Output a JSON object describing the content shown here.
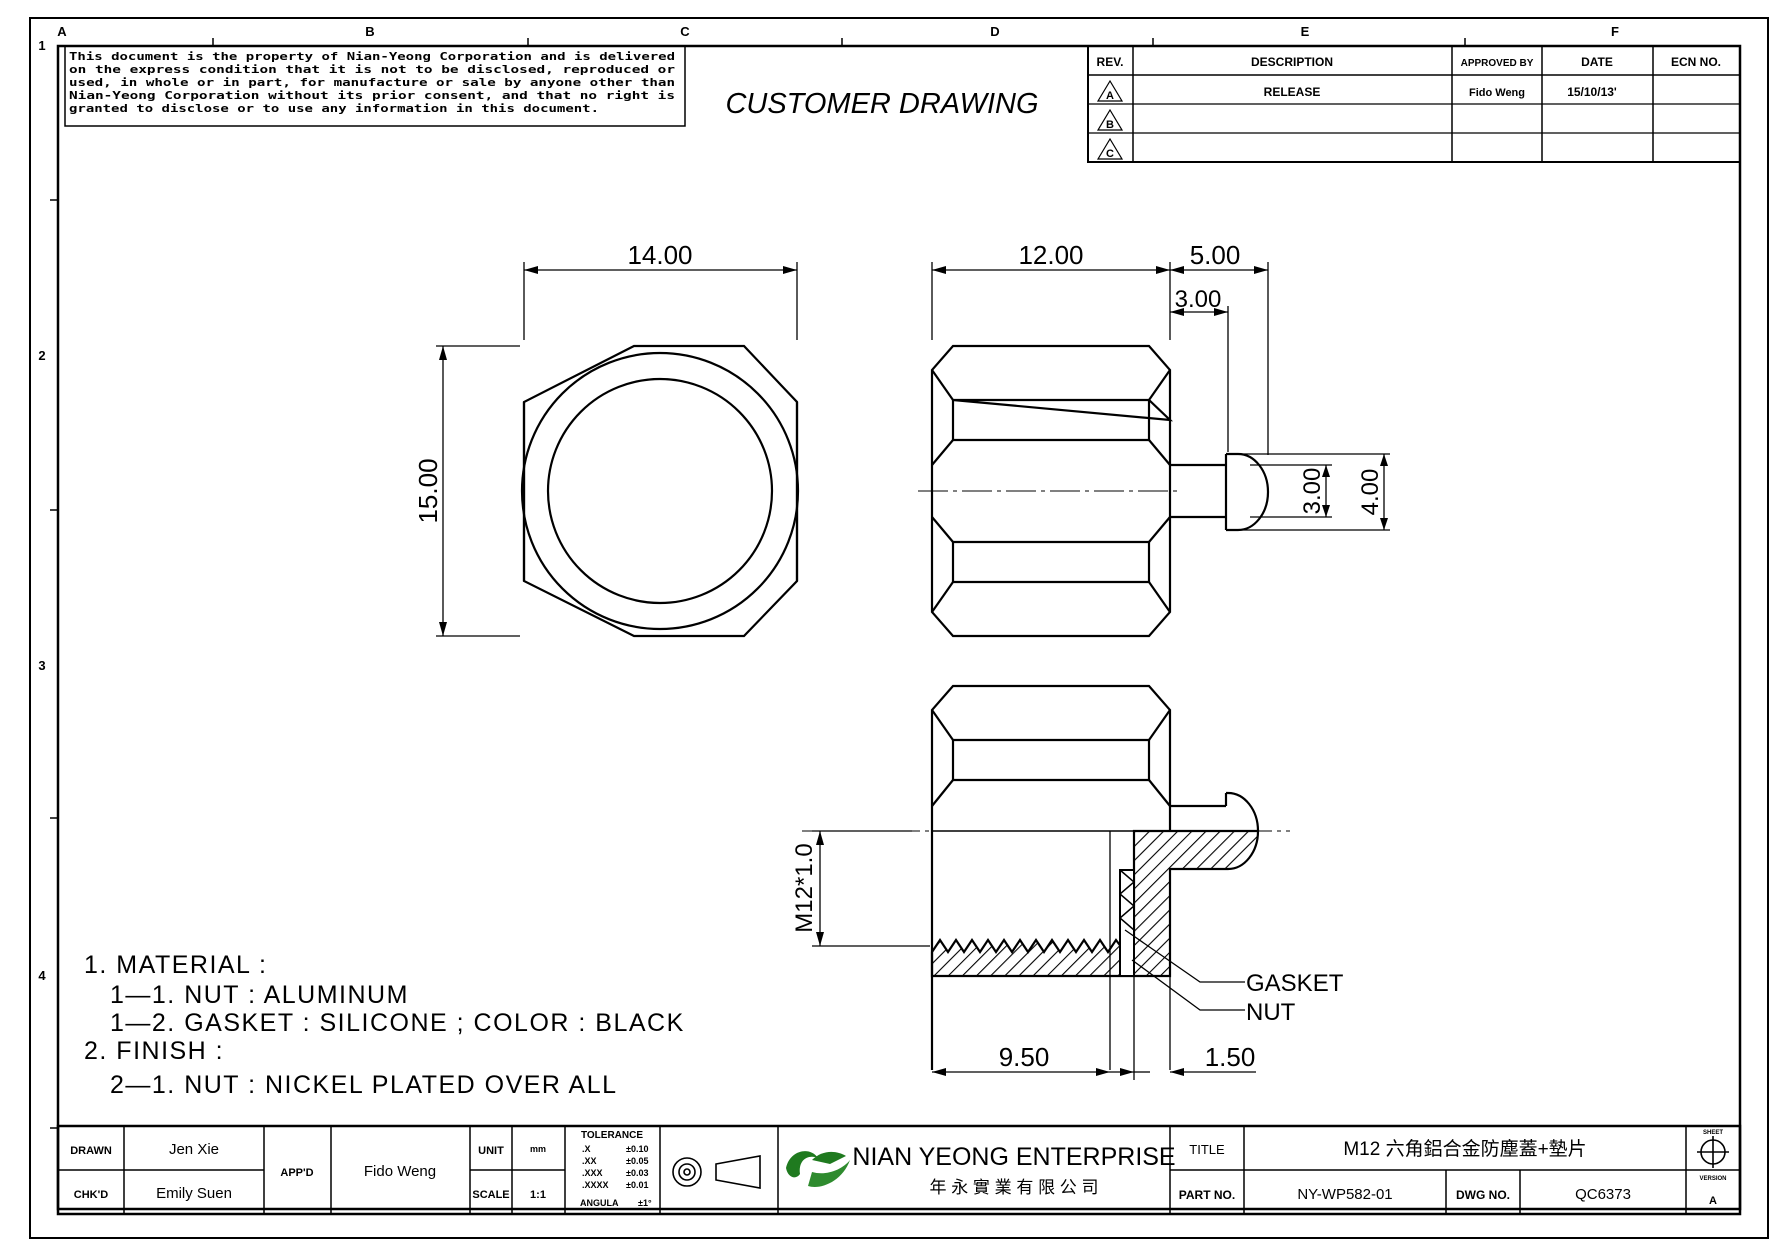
{
  "border": {
    "columns": [
      "A",
      "B",
      "C",
      "D",
      "E",
      "F"
    ],
    "rows": [
      "1",
      "2",
      "3",
      "4"
    ]
  },
  "notice": [
    "This document is the property of Nian-Yeong Corporation and is delivered",
    "on  the  express condition that it is not to be disclosed, reproduced or",
    "used, in whole or in part, for manufacture or sale by anyone other than",
    "Nian-Yeong Corporation without  its prior consent, and that  no right  is",
    "granted to disclose or to use any information in this  document."
  ],
  "heading": "CUSTOMER  DRAWING",
  "revision_table": {
    "headers": [
      "REV.",
      "DESCRIPTION",
      "APPROVED BY",
      "DATE",
      "ECN NO."
    ],
    "rows": [
      {
        "rev": "A",
        "description": "RELEASE",
        "approved_by": "Fido Weng",
        "date": "15/10/13'",
        "ecn": ""
      },
      {
        "rev": "B",
        "description": "",
        "approved_by": "",
        "date": "",
        "ecn": ""
      },
      {
        "rev": "C",
        "description": "",
        "approved_by": "",
        "date": "",
        "ecn": ""
      }
    ]
  },
  "dimensions": {
    "front_width": "14.00",
    "front_height": "15.00",
    "side_width": "12.00",
    "side_total": "5.00",
    "side_stem": "3.00",
    "side_dia_small": "3.00",
    "side_dia_large": "4.00",
    "section_thread": "M12*1.0",
    "section_depth": "9.50",
    "section_gasket": "1.50"
  },
  "callouts": {
    "gasket": "GASKET",
    "nut": "NUT"
  },
  "notes": [
    "1.  MATERIAL  :",
    "1—1.  NUT  :  ALUMINUM",
    "1—2.  GASKET  :  SILICONE  ;  COLOR  :  BLACK",
    "2.  FINISH  :",
    "2—1.  NUT  :  NICKEL  PLATED  OVER  ALL"
  ],
  "title_block": {
    "drawn_label": "DRAWN",
    "drawn_by": "Jen Xie",
    "checked_label": "CHK'D",
    "checked_by": "Emily Suen",
    "approved_label": "APP'D",
    "approved_by": "Fido Weng",
    "unit_label": "UNIT",
    "unit_value": "mm",
    "scale_label": "SCALE",
    "scale_value": "1:1",
    "tolerance_title": "TOLERANCE",
    "tolerances": [
      {
        "label": ".X",
        "value": "±0.10"
      },
      {
        "label": ".XX",
        "value": "±0.05"
      },
      {
        "label": ".XXX",
        "value": "±0.03"
      },
      {
        "label": ".XXXX",
        "value": "±0.01"
      },
      {
        "label": "ANGULA",
        "value": "±1°"
      }
    ],
    "company_name": "NIAN YEONG ENTERPRISE",
    "company_name_cn": "年 永 實 業 有 限 公 司",
    "title_label": "TITLE",
    "title_value": "M12  六角鋁合金防塵蓋+墊片",
    "part_no_label": "PART NO.",
    "part_no_value": "NY-WP582-01",
    "dwg_no_label": "DWG NO.",
    "dwg_no_value": "QC6373",
    "sheet_label": "SHEET",
    "version_label": "VERSION",
    "version_value": "A"
  }
}
